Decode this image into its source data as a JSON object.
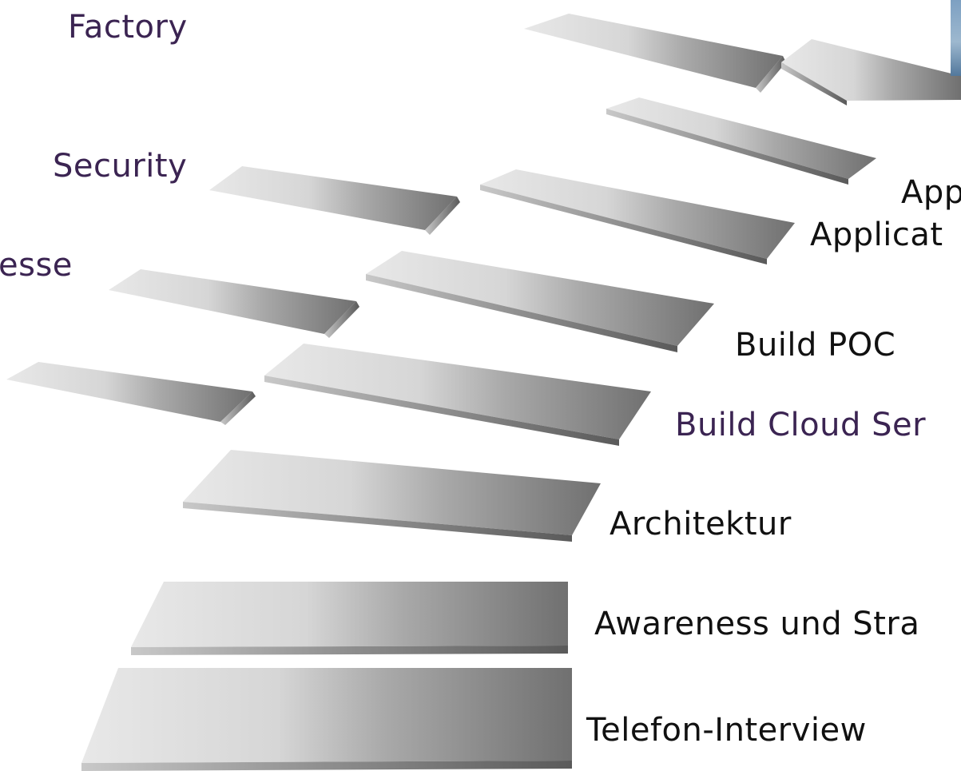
{
  "labels": {
    "factory": "Factory",
    "security": "Security",
    "esse": "esse",
    "app": "App",
    "applicat": "Applicat",
    "build_poc": "Build POC",
    "build_cloud": "Build Cloud Ser",
    "architektur": "Architektur",
    "awareness": "Awareness und Stra",
    "telefon": "Telefon-Interview"
  },
  "colors": {
    "label_dark": "#111111",
    "label_purple": "#3b2452",
    "step_light": "#e6e6e6",
    "step_dark": "#6f6f6f"
  }
}
